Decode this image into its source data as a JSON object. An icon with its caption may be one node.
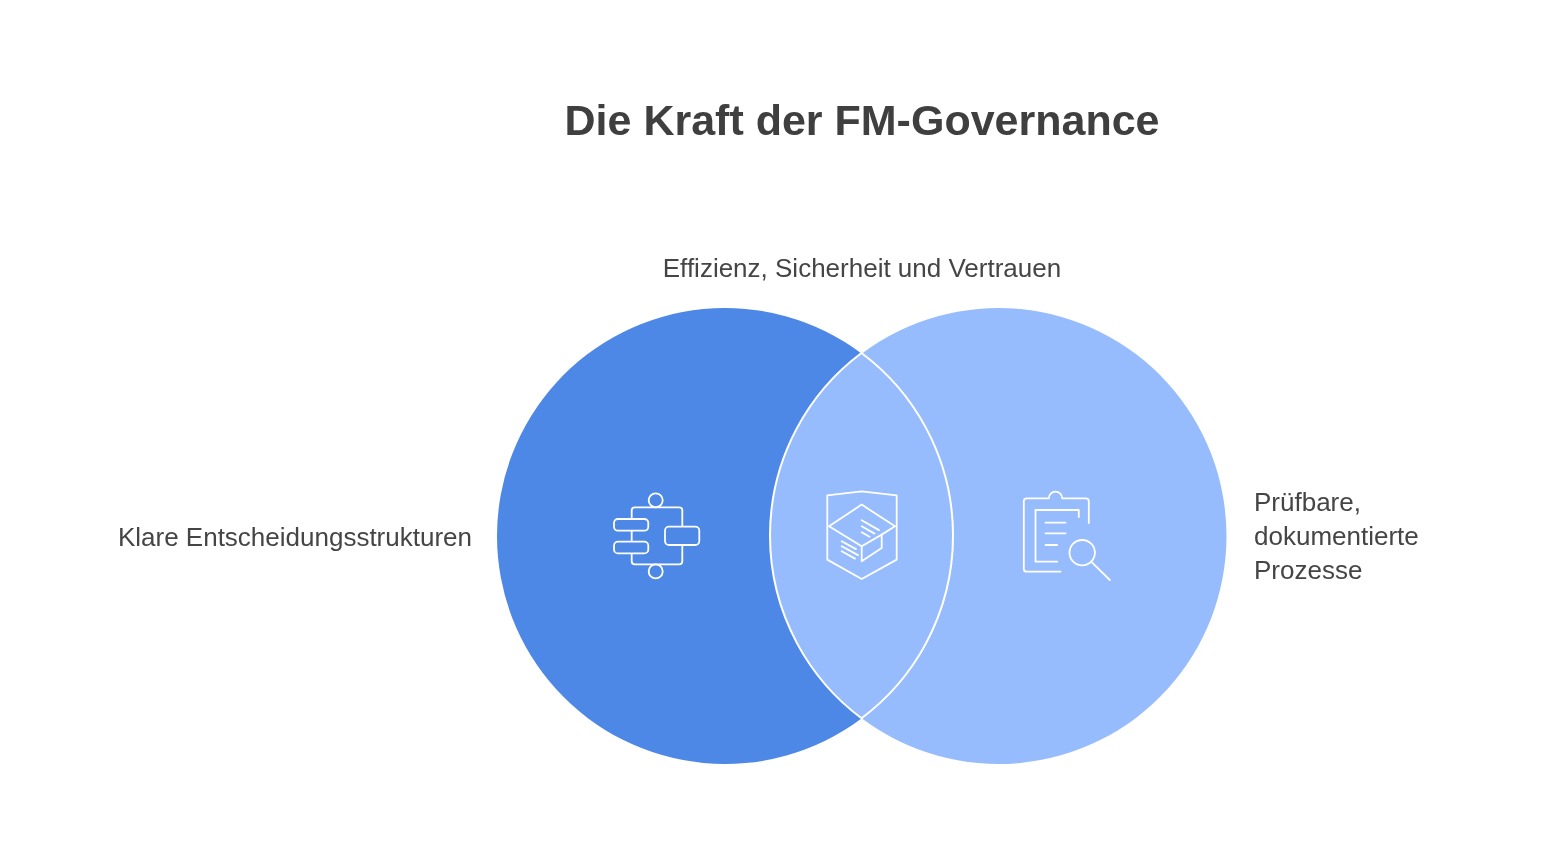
{
  "diagram": {
    "title": "Die Kraft der FM-Governance",
    "nodes": [
      {
        "text": [],
        "shape": "circle",
        "beside": [
          "Klare Entscheidungsstrukturen"
        ]
      },
      {
        "text": [],
        "shape": "lens"
      },
      {
        "text": [],
        "shape": "circle",
        "beside": [
          "Prüfbare, dokumentierte Prozesse"
        ]
      }
    ],
    "labels": [
      "Effizienz, Sicherheit und Vertrauen"
    ]
  }
}
